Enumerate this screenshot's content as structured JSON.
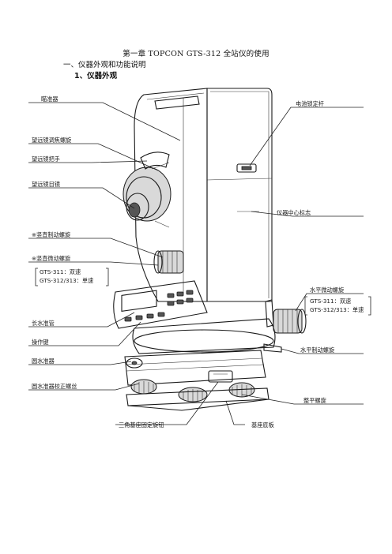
{
  "document": {
    "title": "第一章 TOPCON GTS-312 全站仪的使用",
    "section": "一、仪器外观和功能说明",
    "subsection": "1、仪器外观"
  },
  "labels_left": [
    "瞄准器",
    "望远镜调焦螺旋",
    "望远镜把手",
    "望远镜目镜",
    "※竖直制动螺旋",
    "※竖直微动螺旋",
    "GTS-311：双速",
    "GTS-312/313：单速",
    "长水准管",
    "操作键",
    "圆水准器",
    "圆水准器校正螺丝"
  ],
  "labels_right": [
    "电池锁定杆",
    "仪器中心标志",
    "水平微动螺旋",
    "GTS-311：双速",
    "GTS-312/313：单速",
    "水平制动螺旋",
    "整平螺旋"
  ],
  "labels_bottom": [
    "三角基座固定旋钮",
    "基座底板"
  ]
}
